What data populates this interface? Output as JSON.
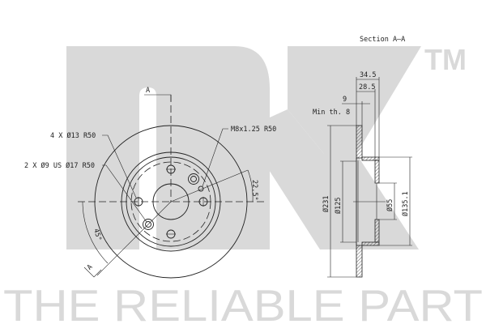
{
  "watermark": {
    "logo": "NK",
    "trademark": "TM",
    "slogan": "THE RELIABLE PART",
    "color": "#d9d9d9"
  },
  "front_view": {
    "section_marker": "A",
    "section_marker_2": "A",
    "callouts": {
      "holes": "4 X Ø13 R50",
      "countersunk": "2 X Ø9 US Ø17 R50",
      "thread": "M8x1.25 R50"
    },
    "angles": {
      "thread_angle": "22.5°",
      "section_angle": "45°"
    }
  },
  "section_view": {
    "title": "Section A–A",
    "dims": {
      "overall_height": "34.5",
      "hat_height": "28.5",
      "thickness": "9",
      "min_thickness": "Min th. 8",
      "outer_diameter": "Ø231",
      "hat_diameter": "Ø125",
      "center_bore": "Ø55",
      "hat_outer_diameter": "Ø135.1"
    }
  }
}
